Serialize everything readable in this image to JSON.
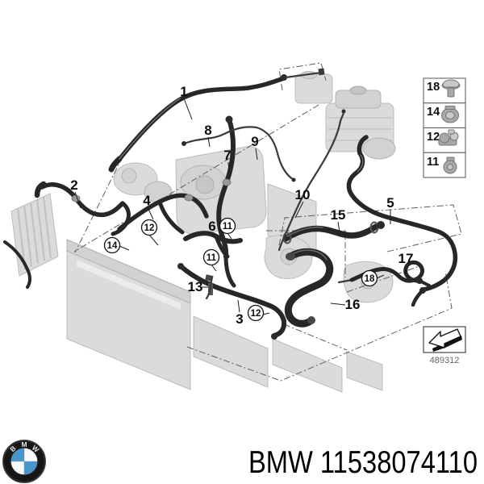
{
  "diagram": {
    "callouts": {
      "plain": [
        "1",
        "8",
        "9",
        "7",
        "2",
        "4",
        "10",
        "5",
        "15",
        "6",
        "17",
        "13",
        "16",
        "3"
      ],
      "circled": [
        "12",
        "14",
        "11",
        "11",
        "18",
        "12"
      ]
    },
    "legend": {
      "items": [
        {
          "label": "18",
          "icon": "push-rivet-icon"
        },
        {
          "label": "14",
          "icon": "hose-clamp-icon"
        },
        {
          "label": "12",
          "icon": "quick-release-clamp-icon"
        },
        {
          "label": "11",
          "icon": "hose-clamp-small-icon"
        }
      ]
    },
    "ref_box": {
      "code": "489312",
      "icon": "direction-arrow-icon"
    }
  },
  "footer": {
    "text": "BMW 11538074110",
    "brand": "BMW",
    "part_number": "11538074110",
    "logo": {
      "letters": [
        "B",
        "M",
        "W"
      ]
    }
  },
  "colors": {
    "bmw_blue": "#4596ce",
    "hose_black": "#272727",
    "component_gray": "#dbdbdb"
  }
}
